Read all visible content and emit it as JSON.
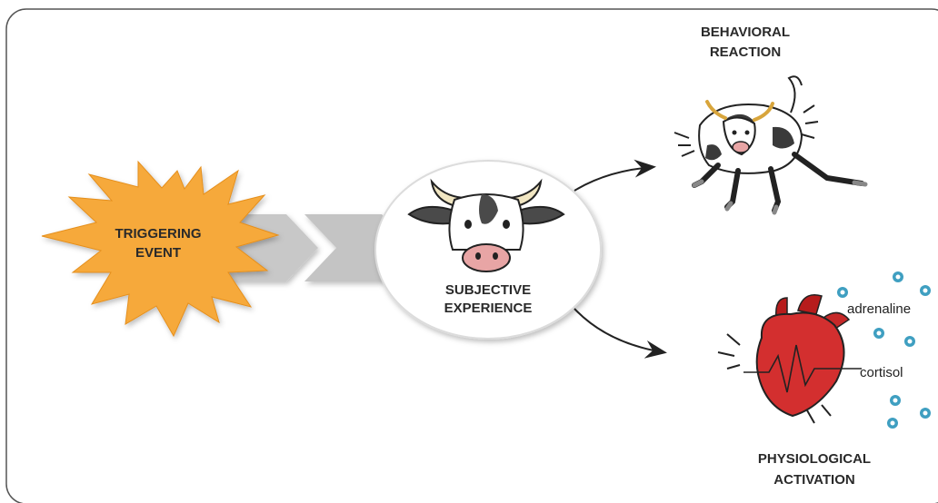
{
  "labels": {
    "trigger_line1": "TRIGGERING",
    "trigger_line2": "EVENT",
    "subjective_line1": "SUBJECTIVE",
    "subjective_line2": "EXPERIENCE",
    "behavioral_line1": "BEHAVIORAL",
    "behavioral_line2": "REACTION",
    "physiological_line1": "PHYSIOLOGICAL",
    "physiological_line2": "ACTIVATION",
    "hormone_1": "adrenaline",
    "hormone_2": "cortisol"
  },
  "colors": {
    "starburst": "#f6a93b",
    "chevron": "#c8c8c8",
    "circle_border": "#dcdcdc",
    "heart": "#d32f2f",
    "molecule": "#3f9fc1",
    "cow_horn": "#d8a53c",
    "frame": "#555555"
  },
  "icons": [
    "starburst-shape",
    "chevron-arrow",
    "cow-face-icon",
    "charging-cow-icon",
    "heart-icon",
    "molecule-icon",
    "flow-arrow-icon"
  ]
}
